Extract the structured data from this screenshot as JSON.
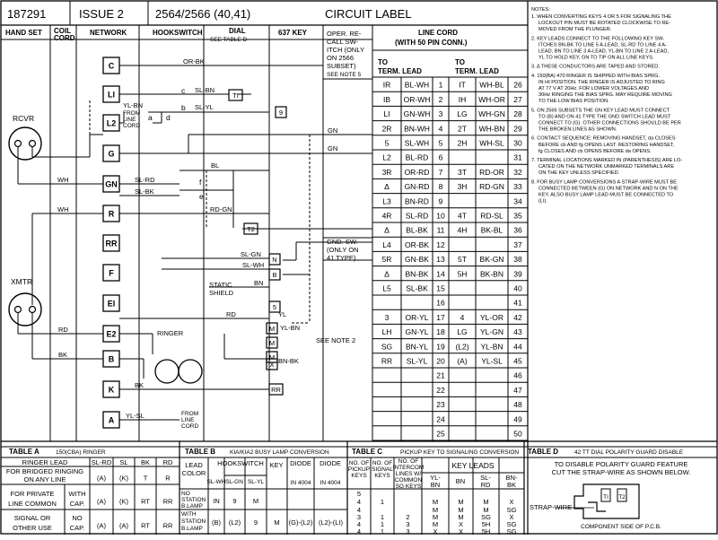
{
  "header": {
    "drawing_number": "187291",
    "issue": "ISSUE 2",
    "model": "2564/2566 (40,41)",
    "title": "CIRCUIT LABEL"
  },
  "columns": {
    "handset": "HAND SET",
    "coil_cord": [
      "COIL",
      "CORD"
    ],
    "network": "NETWORK",
    "hookswitch": "HOOKSWITCH",
    "dial": "DIAL",
    "dial_sub": "SEE TABLE D",
    "key": "637 KEY",
    "recall": [
      "OPER. RE-",
      "CALL SW-",
      "ITCH (ONLY",
      "ON 2566",
      "SUBSET)",
      "SEE NOTE 5"
    ],
    "line_cord": [
      "LINE CORD",
      "(WITH 50 PIN CONN.)"
    ],
    "to_term_lead": [
      "TO",
      "TERM. LEAD"
    ]
  },
  "handset_labels": {
    "receiver": "RCVR",
    "transmitter": "XMTR"
  },
  "network_terminals": [
    "C",
    "LI",
    "L2",
    "G",
    "GN",
    "R",
    "RR",
    "F",
    "EI",
    "E2",
    "B",
    "K",
    "A"
  ],
  "hookswitch_contacts": [
    "c",
    "b",
    "a",
    "d",
    "f",
    "e"
  ],
  "terminal_boxes": [
    "TI",
    "9",
    "T2",
    "N",
    "B",
    "5",
    "M",
    "M",
    "M",
    "X",
    "RR"
  ],
  "wire_labels": [
    "OR-BK",
    "YL-BN",
    "SL-BN",
    "SL-YL",
    "GN",
    "GN",
    "BL",
    "WH",
    "SL-RD",
    "SL-BK",
    "WH",
    "RD-GN",
    "SL-GN",
    "SL-WH",
    "BN",
    "RD",
    "YL",
    "YL-BN",
    "BN-BK",
    "RD",
    "BK",
    "BK",
    "YL-SL"
  ],
  "misc_text": {
    "from_line_cord": [
      "FROM",
      "LINE",
      "CORD"
    ],
    "gnd_switch": [
      "GND. SW.",
      "(ONLY ON",
      "41 TYPE)"
    ],
    "static_shield": [
      "STATIC",
      "SHIELD"
    ],
    "ringer": "RINGER",
    "see_note_2": "SEE NOTE 2",
    "from_line_cord_bottom": [
      "FROM",
      "LINE",
      "CORD"
    ]
  },
  "line_cord_table": [
    [
      "IR",
      "BL-WH",
      "1",
      "IT",
      "WH-BL",
      "26"
    ],
    [
      "IB",
      "OR-WH",
      "2",
      "IH",
      "WH-OR",
      "27"
    ],
    [
      "LI",
      "GN-WH",
      "3",
      "LG",
      "WH-GN",
      "28"
    ],
    [
      "2R",
      "BN-WH",
      "4",
      "2T",
      "WH-BN",
      "29"
    ],
    [
      "5",
      "SL-WH",
      "5",
      "2H",
      "WH-SL",
      "30"
    ],
    [
      "L2",
      "BL-RD",
      "6",
      "",
      "",
      "31"
    ],
    [
      "3R",
      "OR-RD",
      "7",
      "3T",
      "RD-OR",
      "32"
    ],
    [
      "Δ",
      "GN-RD",
      "8",
      "3H",
      "RD-GN",
      "33"
    ],
    [
      "L3",
      "BN-RD",
      "9",
      "",
      "",
      "34"
    ],
    [
      "4R",
      "SL-RD",
      "10",
      "4T",
      "RD-SL",
      "35"
    ],
    [
      "Δ",
      "BL-BK",
      "11",
      "4H",
      "BK-BL",
      "36"
    ],
    [
      "L4",
      "OR-BK",
      "12",
      "",
      "",
      "37"
    ],
    [
      "5R",
      "GN-BK",
      "13",
      "5T",
      "BK-GN",
      "38"
    ],
    [
      "Δ",
      "BN-BK",
      "14",
      "5H",
      "BK-BN",
      "39"
    ],
    [
      "L5",
      "SL-BK",
      "15",
      "",
      "",
      "40"
    ],
    [
      "",
      "",
      "16",
      "",
      "",
      "41"
    ],
    [
      "3",
      "OR-YL",
      "17",
      "4",
      "YL-OR",
      "42"
    ],
    [
      "LH",
      "GN-YL",
      "18",
      "LG",
      "YL-GN",
      "43"
    ],
    [
      "SG",
      "BN-YL",
      "19",
      "(L2)",
      "YL-BN",
      "44"
    ],
    [
      "RR",
      "SL-YL",
      "20",
      "(A)",
      "YL-SL",
      "45"
    ],
    [
      "",
      "",
      "21",
      "",
      "",
      "46"
    ],
    [
      "",
      "",
      "22",
      "",
      "",
      "47"
    ],
    [
      "",
      "",
      "23",
      "",
      "",
      "48"
    ],
    [
      "",
      "",
      "24",
      "",
      "",
      "49"
    ],
    [
      "",
      "",
      "25",
      "",
      "",
      "50"
    ]
  ],
  "notes": {
    "heading": "NOTES:",
    "lines": [
      "1. WHEN CONVERTING KEYS 4 OR 5 FOR SIGNALING THE",
      "LOCKOUT PIN MUST BE ROTATED CLOCKWISE TO RE-",
      "MOVED FROM THE PLUNGER.",
      "",
      "2. KEY LEADS CONNECT TO THE FOLLOWING KEY SW-",
      "ITCHES BN-BK TO LINE 5 A-LEAD, SL-RD TO LINE 4 A-",
      "LEAD, BN TO LINE 3 A-LEAD, YL-BN TO LINE 2 A-LEAD,",
      "YL TO HOLD KEY, GN TO TIP ON ALL LINE KEYS.",
      "",
      "3. Δ THESE CONDUCTORS ARE TAPED AND STORED.",
      "",
      "4. 150(BA) 470 RINGER IS SHIPPED WITH BIAS SPRG.",
      "IN HI POSITION. THE RINGER IS ADJUSTED TO RING",
      "AT 77 V AT 20Hz. FOR LOWER VOLTAGES AND",
      "30Hz RINGING THE BIAS SPRG. MAY REQUIRE MOVING",
      "TO THE LOW BIAS POSITION.",
      "",
      "5. ON 2566 SUBSETS THE GN KEY LEAD MUST CONNECT",
      "TO (B) AND ON 41 TYPE THE GND SWITCH LEAD MUST",
      "CONNECT TO (G). OTHER CONNECTIONS SHOULD BE PER",
      "THE BROKEN LINES AS SHOWN.",
      "",
      "6. CONTACT SEQUENCE: REMOVING HANDSET, da CLOSES",
      "BEFORE cb AND fg OPENS LAST. RESTORING HANDSET,",
      "fg CLOSES AND cb OPENS BEFORE da OPENS.",
      "",
      "7. TERMINAL LOCATIONS MARKED IN (PARENTHESIS) ARE LO-",
      "CATED ON THE NETWORK UNMARKED TERMINALS ARE",
      "ON THE KEY UNLESS SPECIFIED.",
      "",
      "8. FOR BUSY LAMP CONVERSIONS A STRAP-WIRE MUST BE",
      "CONNECTED BETWEEN (G) ON NETWORK AND N ON THE",
      "KEY. ALSO BUSY LAMP LEAD MUST BE CONNECTED TO",
      "(LI)."
    ]
  },
  "table_a": {
    "title": "TABLE A",
    "subtitle": "150(CBA) RINGER",
    "headers": [
      "RINGER LEAD",
      "SL-RD",
      "SL",
      "BK",
      "RD"
    ],
    "rows": [
      {
        "label": [
          "FOR BRIDGED RINGING",
          "ON ANY LINE"
        ],
        "cap": "",
        "cells": [
          "(A)",
          "(K)",
          "T",
          "R"
        ]
      },
      {
        "label": [
          "FOR PRIVATE",
          "LINE COMMON"
        ],
        "cap": [
          "WITH",
          "CAP."
        ],
        "cells": [
          "(A)",
          "(K)",
          "RT",
          "RR"
        ]
      },
      {
        "label": [
          "SIGNAL OR",
          "OTHER USE"
        ],
        "cap": [
          "NO",
          "CAP."
        ],
        "cells": [
          "(A)",
          "(A)",
          "RT",
          "RR"
        ]
      }
    ]
  },
  "table_b": {
    "title": "TABLE B",
    "subtitle": "KIA/KIA2 BUSY LAMP CONVERSION",
    "headers": {
      "lead": "LEAD",
      "color": "COLOR",
      "hookswitch": "HOOKSWITCH",
      "key": "KEY",
      "diode": "DIODE",
      "diode_type": "IN 4004"
    },
    "subheaders": [
      "SL-WH",
      "SL-GN",
      "SL-YL"
    ],
    "rows": [
      {
        "label": [
          "NO",
          "STATION",
          "B.LAMP"
        ],
        "cells": [
          "IN",
          "9",
          "M",
          "",
          ""
        ]
      },
      {
        "label": [
          "WITH",
          "STATION",
          "B.LAMP"
        ],
        "cells": [
          "(B)",
          "(L2)",
          "9",
          "M",
          "(G)-(L2)",
          "(L2)-(LI)"
        ]
      }
    ]
  },
  "table_c": {
    "title": "TABLE C",
    "subtitle": "PICKUP KEY TO SIGNALING CONVERSION",
    "headers": [
      "NO. OF PICKUP KEYS",
      "NO. OF SIGNAL KEYS",
      "NO. OF INTERCOM LINES W/ COMMON SG KEYS"
    ],
    "key_leads": "KEY LEADS",
    "lead_headers": [
      "YL-BN",
      "BN",
      "SL-RD",
      "BN-BK"
    ],
    "rows": [
      [
        "5",
        "",
        "",
        "",
        "",
        "",
        ""
      ],
      [
        "4",
        "1",
        "",
        "M",
        "M",
        "M",
        "X"
      ],
      [
        "4",
        "",
        "",
        "M",
        "M",
        "M",
        "SG"
      ],
      [
        "3",
        "1",
        "2",
        "M",
        "M",
        "SG",
        "X"
      ],
      [
        "4",
        "1",
        "3",
        "M",
        "X",
        "5H",
        "SG"
      ],
      [
        "4",
        "1",
        "3",
        "X",
        "X",
        "5H",
        "SG"
      ]
    ]
  },
  "table_d": {
    "title": "TABLE D",
    "subtitle": "42 TT DIAL POLARITY GUARD DISABLE",
    "caption": [
      "TO DISABLE POLARITY GUARD FEATURE",
      "CUT THE STRAP-WIRE AS SHOWN BELOW."
    ],
    "strap_label": "STRAP-WIRE",
    "pcb_label": "COMPONENT SIDE OF P.C.B.",
    "terminals": [
      "TI",
      "T2"
    ]
  }
}
